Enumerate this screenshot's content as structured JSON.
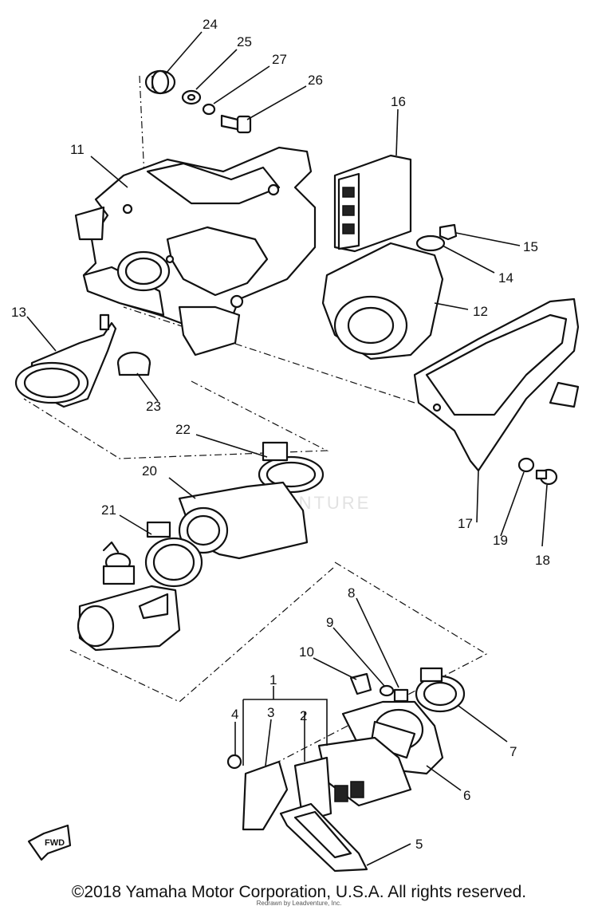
{
  "watermark": "EADVENTURE",
  "fwd_label": "FWD",
  "callouts": [
    "1",
    "2",
    "3",
    "4",
    "5",
    "6",
    "7",
    "8",
    "9",
    "10",
    "11",
    "12",
    "13",
    "14",
    "15",
    "16",
    "17",
    "18",
    "19",
    "20",
    "21",
    "22",
    "23",
    "24",
    "25",
    "26",
    "27"
  ],
  "copyright": "©2018 Yamaha Motor Corporation, U.S.A. All rights reserved.",
  "redraw_credit": "Redrawn by Leadventure, Inc."
}
